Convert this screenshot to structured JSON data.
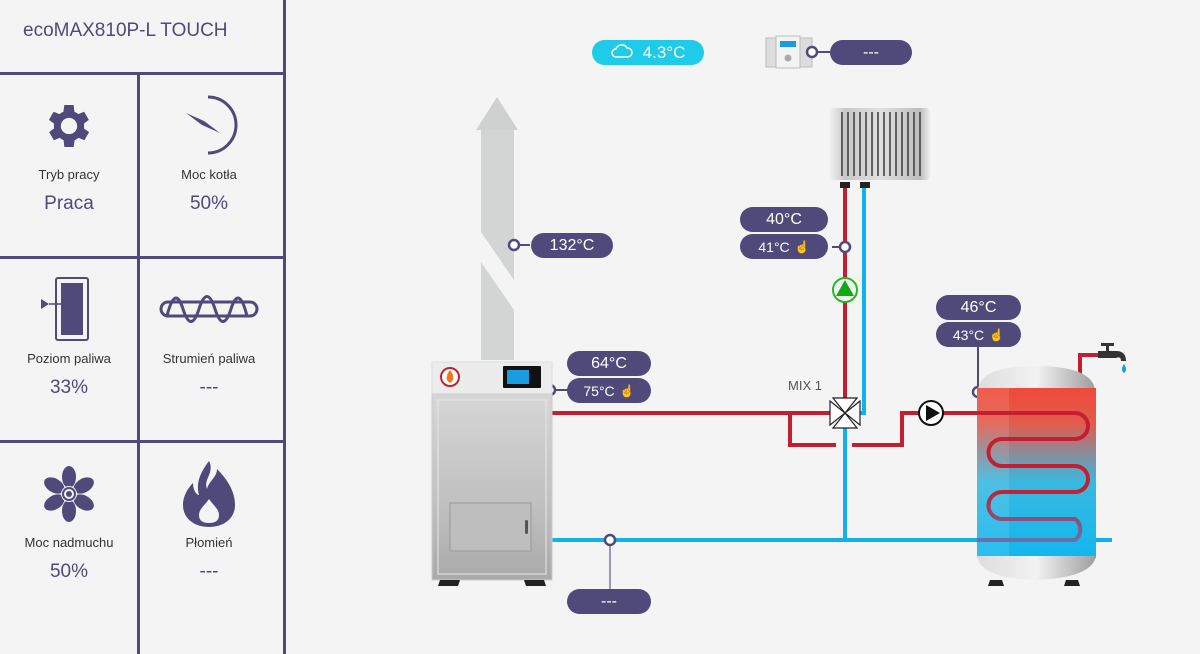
{
  "app": {
    "title": "ecoMAX810P-L TOUCH"
  },
  "sidebar": {
    "tiles": [
      {
        "icon": "gear-icon",
        "label": "Tryb pracy",
        "value": "Praca"
      },
      {
        "icon": "gauge-icon",
        "label": "Moc kotła",
        "value": "50%"
      },
      {
        "icon": "fuel-level-icon",
        "label": "Poziom paliwa",
        "value": "33%"
      },
      {
        "icon": "feeder-screw-icon",
        "label": "Strumień paliwa",
        "value": "---"
      },
      {
        "icon": "fan-icon",
        "label": "Moc nadmuchu",
        "value": "50%"
      },
      {
        "icon": "flame-icon",
        "label": "Płomień",
        "value": "---"
      }
    ]
  },
  "scheme": {
    "weather": {
      "icon": "cloud-icon",
      "outdoor_temp": "4.3°C"
    },
    "room_thermostat": {
      "value": "---"
    },
    "flue_gas": {
      "temp": "132°C"
    },
    "boiler": {
      "temp": "64°C",
      "setpoint": "75°C"
    },
    "return": {
      "value": "---"
    },
    "mixer": {
      "label": "MIX 1",
      "temp": "40°C",
      "setpoint": "41°C"
    },
    "hot_water": {
      "temp": "46°C",
      "setpoint": "43°C"
    }
  },
  "colors": {
    "accent": "#4f4a7a",
    "supply_pipe": "#c41f30",
    "return_pipe": "#11b1ea",
    "weather_badge": "#1ecbe8",
    "pump_active": "#22bb22"
  }
}
